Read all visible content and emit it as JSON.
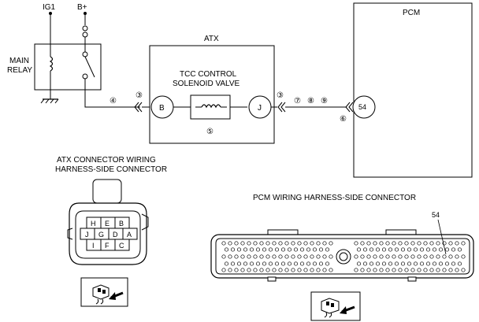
{
  "labels": {
    "ig1": "IG1",
    "b_plus": "B+",
    "main": "MAIN",
    "relay": "RELAY",
    "atx": "ATX",
    "pcm": "PCM",
    "tcc_line1": "TCC CONTROL",
    "tcc_line2": "SOLENOID VALVE",
    "terminal_b": "B",
    "terminal_j": "J",
    "terminal_54": "54",
    "atx_conn_line1": "ATX CONNECTOR WIRING",
    "atx_conn_line2": "HARNESS-SIDE CONNECTOR",
    "pcm_conn": "PCM WIRING HARNESS-SIDE CONNECTOR",
    "pcm_pin_54": "54"
  },
  "callouts": {
    "c3a": "③",
    "c4": "④",
    "c3b": "③",
    "c5": "⑤",
    "c7": "⑦",
    "c8": "⑧",
    "c9": "⑨",
    "c6": "⑥"
  },
  "atx_pins": {
    "row1": [
      "H",
      "E",
      "B"
    ],
    "row2": [
      "J",
      "G",
      "D",
      "A"
    ],
    "row3": [
      "I",
      "F",
      "C"
    ]
  }
}
